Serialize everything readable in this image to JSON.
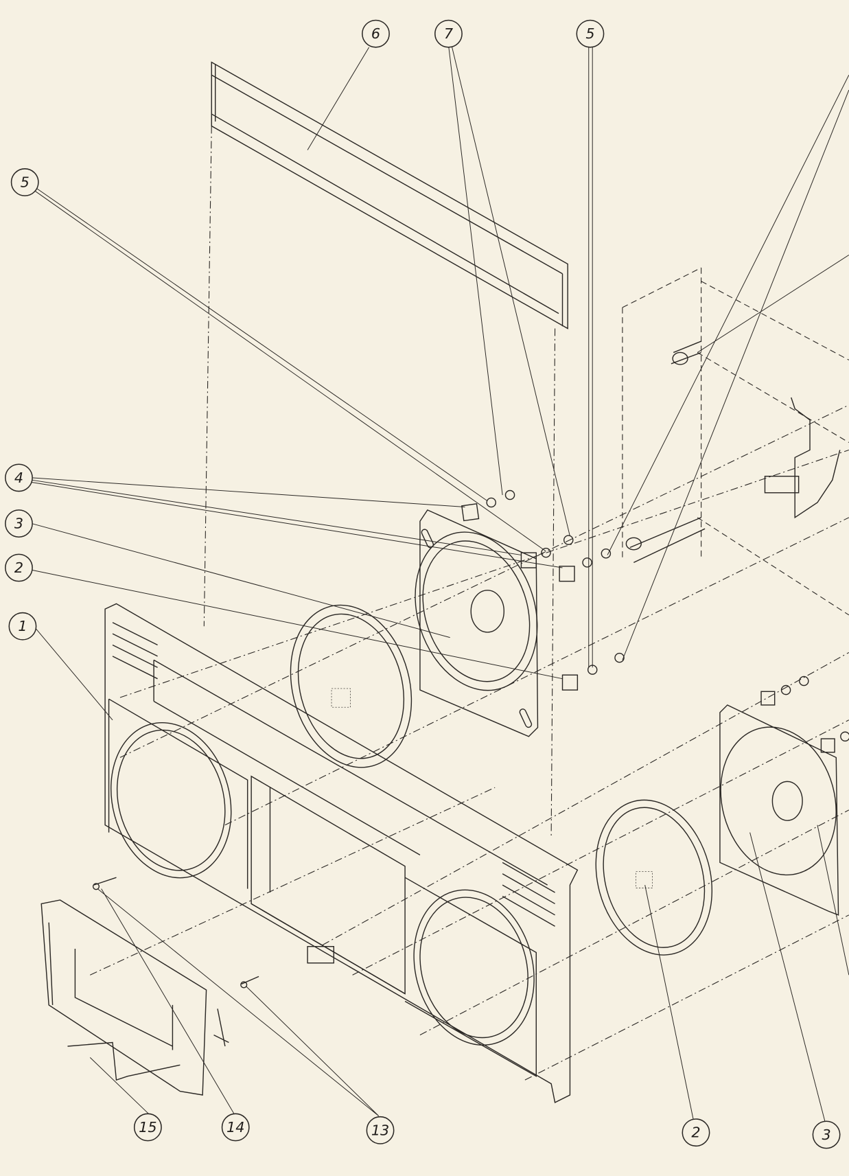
{
  "diagram": {
    "type": "exploded-view",
    "callouts": [
      {
        "id": "c6",
        "label": "6"
      },
      {
        "id": "c7",
        "label": "7"
      },
      {
        "id": "c5top",
        "label": "5"
      },
      {
        "id": "c5left",
        "label": "5"
      },
      {
        "id": "c4",
        "label": "4"
      },
      {
        "id": "c3left",
        "label": "3"
      },
      {
        "id": "c2left",
        "label": "2"
      },
      {
        "id": "c1",
        "label": "1"
      },
      {
        "id": "c15",
        "label": "15"
      },
      {
        "id": "c14",
        "label": "14"
      },
      {
        "id": "c13",
        "label": "13"
      },
      {
        "id": "c2bottom",
        "label": "2"
      },
      {
        "id": "c3bottom",
        "label": "3"
      }
    ]
  }
}
